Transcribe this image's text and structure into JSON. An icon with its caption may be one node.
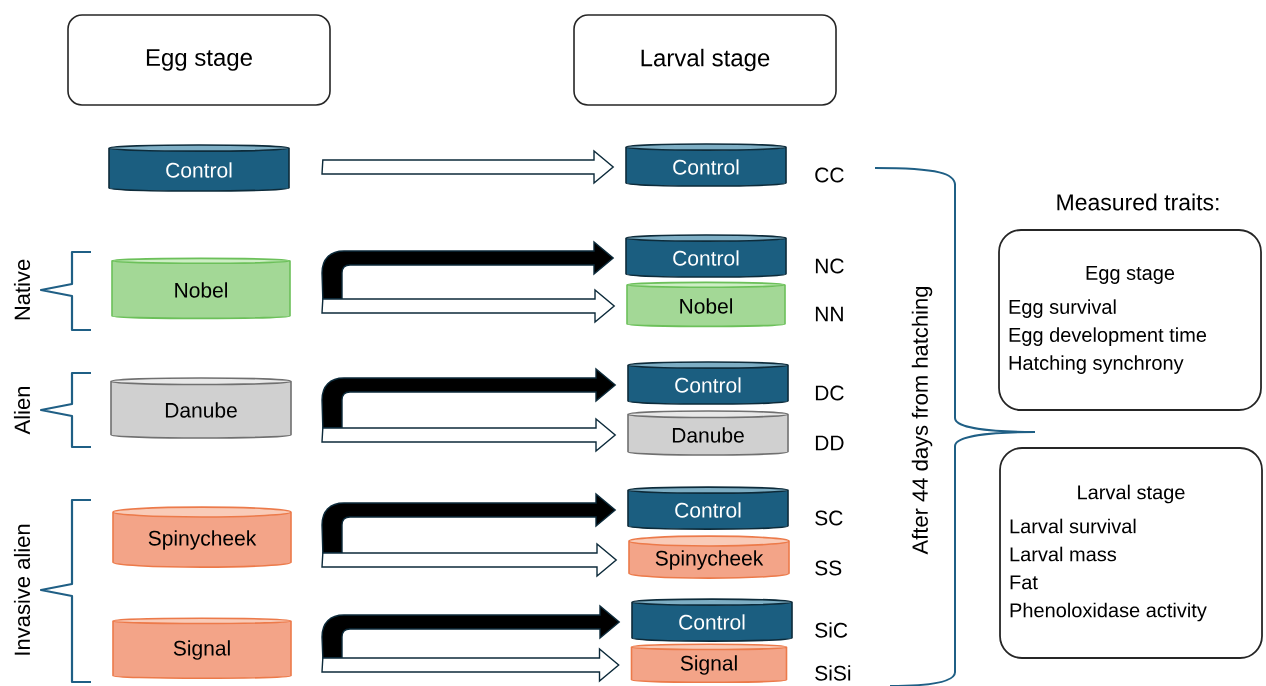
{
  "diagram": {
    "nodes": [
      {
        "text": [
          "Egg stage"
        ]
      },
      {
        "text": [
          "Larval stage"
        ]
      },
      {
        "text": [
          "Control"
        ]
      },
      {
        "text": [
          "Nobel"
        ]
      },
      {
        "text": [
          "Danube"
        ]
      },
      {
        "text": [
          "Spinycheek"
        ]
      },
      {
        "text": [
          "Signal"
        ]
      },
      {
        "text": [
          "Control"
        ],
        "beside": [
          "CC"
        ]
      },
      {
        "text": [
          "Control"
        ],
        "beside": [
          "NC"
        ]
      },
      {
        "text": [
          "Nobel"
        ],
        "beside": [
          "NN"
        ]
      },
      {
        "text": [
          "Control"
        ],
        "beside": [
          "DC"
        ]
      },
      {
        "text": [
          "Danube"
        ],
        "beside": [
          "DD"
        ]
      },
      {
        "text": [
          "Control"
        ],
        "beside": [
          "SC"
        ]
      },
      {
        "text": [
          "Spinycheek"
        ],
        "beside": [
          "SS"
        ]
      },
      {
        "text": [
          "Control"
        ],
        "beside": [
          "SiC"
        ]
      },
      {
        "text": [
          "Signal"
        ],
        "beside": [
          "SiSi"
        ]
      },
      {
        "text": [
          "Egg stage",
          "Egg survival",
          "Egg development time",
          "Hatching synchrony"
        ]
      },
      {
        "text": [
          "Larval stage",
          "Larval survival",
          "Larval mass",
          "Fat",
          "Phenoloxidase activity"
        ]
      }
    ],
    "edges": [
      {
        "from": 2,
        "to": 7,
        "arrow": "to"
      },
      {
        "from": 3,
        "to": 8,
        "arrow": "to",
        "color": "#000000"
      },
      {
        "from": 3,
        "to": 9,
        "arrow": "to"
      },
      {
        "from": 4,
        "to": 10,
        "arrow": "to",
        "color": "#000000"
      },
      {
        "from": 4,
        "to": 11,
        "arrow": "to"
      },
      {
        "from": 5,
        "to": 12,
        "arrow": "to",
        "color": "#000000"
      },
      {
        "from": 5,
        "to": 13,
        "arrow": "to"
      },
      {
        "from": 6,
        "to": 14,
        "arrow": "to",
        "color": "#000000"
      },
      {
        "from": 6,
        "to": 15,
        "arrow": "to"
      }
    ],
    "labels": [
      "Native",
      "Alien",
      "Invasive alien",
      "After 44 days from hatching",
      "Measured traits:"
    ]
  }
}
